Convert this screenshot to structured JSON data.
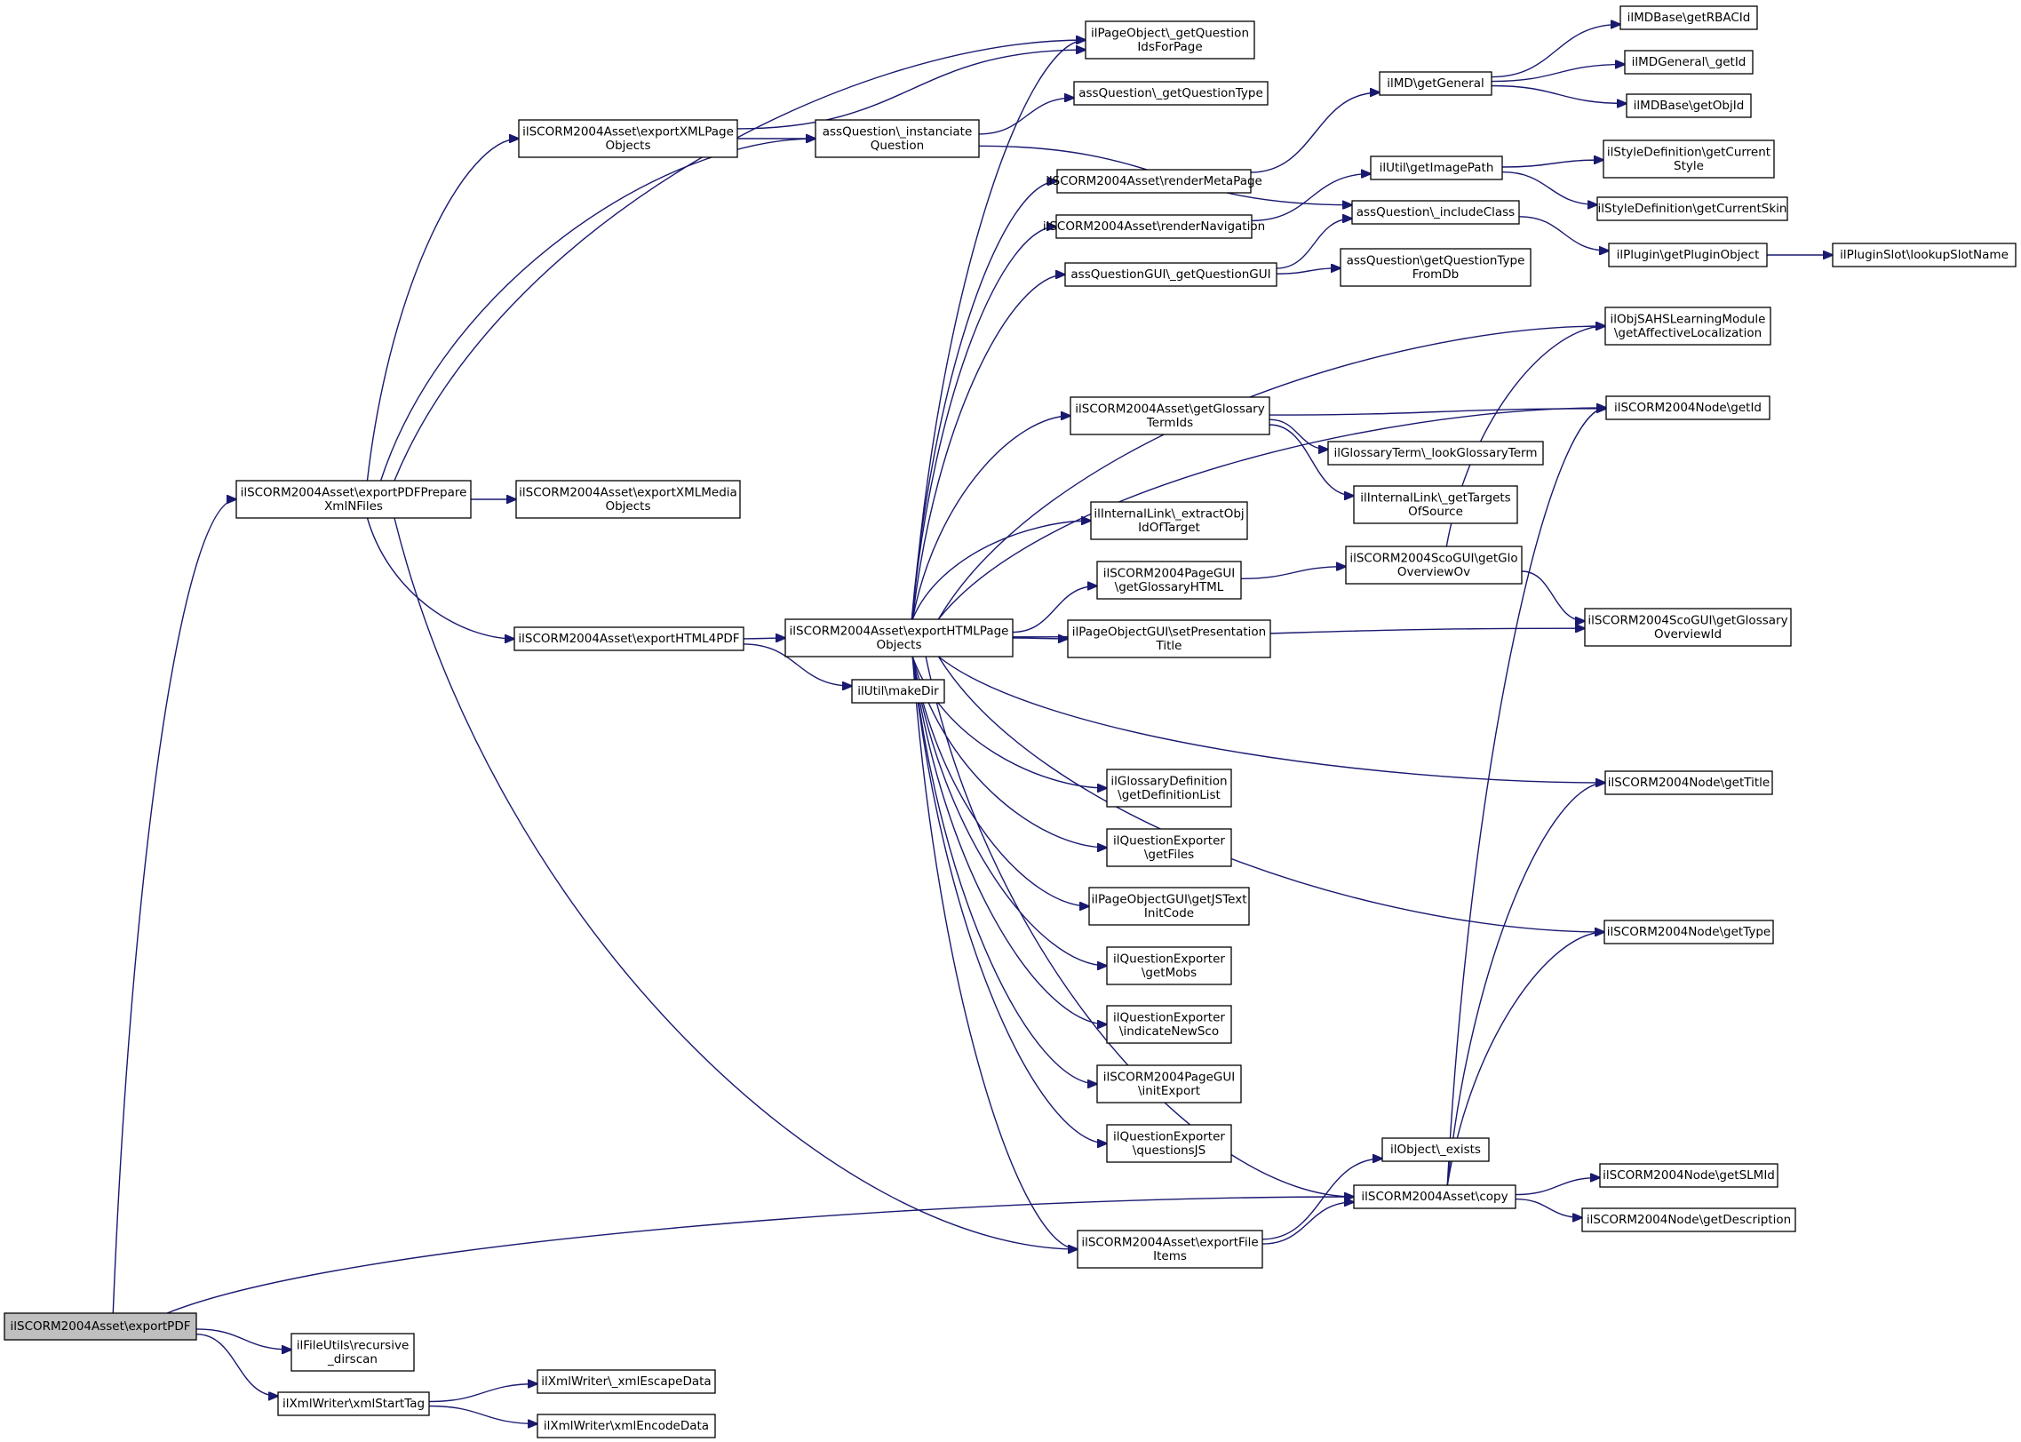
{
  "diagram": {
    "type": "call-graph",
    "root": "exportPDF",
    "colors": {
      "edge": "#191970",
      "node_border": "#000000",
      "node_fill": "#ffffff",
      "root_fill": "#bfbfbf"
    },
    "nodes": [
      {
        "id": "exportPDF",
        "lines": [
          "ilSCORM2004Asset\\exportPDF"
        ],
        "root": true
      },
      {
        "id": "prepareXml",
        "lines": [
          "ilSCORM2004Asset\\exportPDFPrepare",
          "XmlNFiles"
        ]
      },
      {
        "id": "recursiveDirscan",
        "lines": [
          "ilFileUtils\\recursive",
          "_dirscan"
        ]
      },
      {
        "id": "xmlStartTag",
        "lines": [
          "ilXmlWriter\\xmlStartTag"
        ]
      },
      {
        "id": "xmlEscapeData",
        "lines": [
          "ilXmlWriter\\_xmlEscapeData"
        ]
      },
      {
        "id": "xmlEncodeData",
        "lines": [
          "ilXmlWriter\\xmlEncodeData"
        ]
      },
      {
        "id": "exportXMLPageObjects",
        "lines": [
          "ilSCORM2004Asset\\exportXMLPage",
          "Objects"
        ]
      },
      {
        "id": "exportXMLMediaObjects",
        "lines": [
          "ilSCORM2004Asset\\exportXMLMedia",
          "Objects"
        ]
      },
      {
        "id": "exportHTML4PDF",
        "lines": [
          "ilSCORM2004Asset\\exportHTML4PDF"
        ]
      },
      {
        "id": "getQuestionIdsForPage",
        "lines": [
          "ilPageObject\\_getQuestion",
          "IdsForPage"
        ]
      },
      {
        "id": "instanciateQuestion",
        "lines": [
          "assQuestion\\_instanciate",
          "Question"
        ]
      },
      {
        "id": "getQuestionType",
        "lines": [
          "assQuestion\\_getQuestionType"
        ]
      },
      {
        "id": "exportHTMLPageObjects",
        "lines": [
          "ilSCORM2004Asset\\exportHTMLPage",
          "Objects"
        ]
      },
      {
        "id": "makeDir",
        "lines": [
          "ilUtil\\makeDir"
        ]
      },
      {
        "id": "renderMetaPage",
        "lines": [
          "ilSCORM2004Asset\\renderMetaPage"
        ]
      },
      {
        "id": "renderNavigation",
        "lines": [
          "ilSCORM2004Asset\\renderNavigation"
        ]
      },
      {
        "id": "getQuestionGUI",
        "lines": [
          "assQuestionGUI\\_getQuestionGUI"
        ]
      },
      {
        "id": "getGlossaryTermIds",
        "lines": [
          "ilSCORM2004Asset\\getGlossary",
          "TermIds"
        ]
      },
      {
        "id": "extractObjIdOfTarget",
        "lines": [
          "ilInternalLink\\_extractObj",
          "IdOfTarget"
        ]
      },
      {
        "id": "getGlossaryHTML",
        "lines": [
          "ilSCORM2004PageGUI",
          "\\getGlossaryHTML"
        ]
      },
      {
        "id": "setPresentationTitle",
        "lines": [
          "ilPageObjectGUI\\setPresentation",
          "Title"
        ]
      },
      {
        "id": "getDefinitionList",
        "lines": [
          "ilGlossaryDefinition",
          "\\getDefinitionList"
        ]
      },
      {
        "id": "getFiles",
        "lines": [
          "ilQuestionExporter",
          "\\getFiles"
        ]
      },
      {
        "id": "getJSTextInitCode",
        "lines": [
          "ilPageObjectGUI\\getJSText",
          "InitCode"
        ]
      },
      {
        "id": "getMobs",
        "lines": [
          "ilQuestionExporter",
          "\\getMobs"
        ]
      },
      {
        "id": "indicateNewSco",
        "lines": [
          "ilQuestionExporter",
          "\\indicateNewSco"
        ]
      },
      {
        "id": "initExport",
        "lines": [
          "ilSCORM2004PageGUI",
          "\\initExport"
        ]
      },
      {
        "id": "questionsJS",
        "lines": [
          "ilQuestionExporter",
          "\\questionsJS"
        ]
      },
      {
        "id": "exportFileItems",
        "lines": [
          "ilSCORM2004Asset\\exportFile",
          "Items"
        ]
      },
      {
        "id": "getGeneral",
        "lines": [
          "ilMD\\getGeneral"
        ]
      },
      {
        "id": "getImagePath",
        "lines": [
          "ilUtil\\getImagePath"
        ]
      },
      {
        "id": "includeClass",
        "lines": [
          "assQuestion\\_includeClass"
        ]
      },
      {
        "id": "getQuestionTypeFromDb",
        "lines": [
          "assQuestion\\getQuestionType",
          "FromDb"
        ]
      },
      {
        "id": "lookGlossaryTerm",
        "lines": [
          "ilGlossaryTerm\\_lookGlossaryTerm"
        ]
      },
      {
        "id": "getTargetsOfSource",
        "lines": [
          "ilInternalLink\\_getTargets",
          "OfSource"
        ]
      },
      {
        "id": "getGloOverviewOv",
        "lines": [
          "ilSCORM2004ScoGUI\\getGlo",
          "OverviewOv"
        ]
      },
      {
        "id": "objectExists",
        "lines": [
          "ilObject\\_exists"
        ]
      },
      {
        "id": "copy",
        "lines": [
          "ilSCORM2004Asset\\copy"
        ]
      },
      {
        "id": "getRBACId",
        "lines": [
          "ilMDBase\\getRBACId"
        ]
      },
      {
        "id": "generalGetId",
        "lines": [
          "ilMDGeneral\\_getId"
        ]
      },
      {
        "id": "getObjId",
        "lines": [
          "ilMDBase\\getObjId"
        ]
      },
      {
        "id": "getCurrentStyle",
        "lines": [
          "ilStyleDefinition\\getCurrent",
          "Style"
        ]
      },
      {
        "id": "getCurrentSkin",
        "lines": [
          "ilStyleDefinition\\getCurrentSkin"
        ]
      },
      {
        "id": "getPluginObject",
        "lines": [
          "ilPlugin\\getPluginObject"
        ]
      },
      {
        "id": "lookupSlotName",
        "lines": [
          "ilPluginSlot\\lookupSlotName"
        ]
      },
      {
        "id": "getAffectiveLocalization",
        "lines": [
          "ilObjSAHSLearningModule",
          "\\getAffectiveLocalization"
        ]
      },
      {
        "id": "nodeGetId",
        "lines": [
          "ilSCORM2004Node\\getId"
        ]
      },
      {
        "id": "getGlossaryOverviewId",
        "lines": [
          "ilSCORM2004ScoGUI\\getGlossary",
          "OverviewId"
        ]
      },
      {
        "id": "nodeGetTitle",
        "lines": [
          "ilSCORM2004Node\\getTitle"
        ]
      },
      {
        "id": "nodeGetType",
        "lines": [
          "ilSCORM2004Node\\getType"
        ]
      },
      {
        "id": "nodeGetSLMId",
        "lines": [
          "ilSCORM2004Node\\getSLMId"
        ]
      },
      {
        "id": "nodeGetDescription",
        "lines": [
          "ilSCORM2004Node\\getDescription"
        ]
      }
    ],
    "edges": [
      [
        "exportPDF",
        "prepareXml"
      ],
      [
        "exportPDF",
        "copy"
      ],
      [
        "exportPDF",
        "recursiveDirscan"
      ],
      [
        "exportPDF",
        "xmlStartTag"
      ],
      [
        "xmlStartTag",
        "xmlEscapeData"
      ],
      [
        "xmlStartTag",
        "xmlEncodeData"
      ],
      [
        "prepareXml",
        "getQuestionIdsForPage"
      ],
      [
        "prepareXml",
        "exportXMLPageObjects"
      ],
      [
        "prepareXml",
        "instanciateQuestion"
      ],
      [
        "prepareXml",
        "exportXMLMediaObjects"
      ],
      [
        "prepareXml",
        "exportHTML4PDF"
      ],
      [
        "prepareXml",
        "exportFileItems"
      ],
      [
        "exportXMLPageObjects",
        "getQuestionIdsForPage"
      ],
      [
        "exportXMLPageObjects",
        "instanciateQuestion"
      ],
      [
        "instanciateQuestion",
        "getQuestionType"
      ],
      [
        "instanciateQuestion",
        "includeClass"
      ],
      [
        "exportHTML4PDF",
        "exportHTMLPageObjects"
      ],
      [
        "exportHTML4PDF",
        "makeDir"
      ],
      [
        "exportHTMLPageObjects",
        "getQuestionIdsForPage"
      ],
      [
        "exportHTMLPageObjects",
        "renderMetaPage"
      ],
      [
        "exportHTMLPageObjects",
        "renderNavigation"
      ],
      [
        "exportHTMLPageObjects",
        "getQuestionGUI"
      ],
      [
        "exportHTMLPageObjects",
        "getAffectiveLocalization"
      ],
      [
        "exportHTMLPageObjects",
        "nodeGetId"
      ],
      [
        "exportHTMLPageObjects",
        "getGlossaryTermIds"
      ],
      [
        "exportHTMLPageObjects",
        "nodeGetTitle"
      ],
      [
        "exportHTMLPageObjects",
        "extractObjIdOfTarget"
      ],
      [
        "exportHTMLPageObjects",
        "getGlossaryHTML"
      ],
      [
        "exportHTMLPageObjects",
        "setPresentationTitle"
      ],
      [
        "exportHTMLPageObjects",
        "getGlossaryOverviewId"
      ],
      [
        "exportHTMLPageObjects",
        "nodeGetType"
      ],
      [
        "exportHTMLPageObjects",
        "getDefinitionList"
      ],
      [
        "exportHTMLPageObjects",
        "getFiles"
      ],
      [
        "exportHTMLPageObjects",
        "getJSTextInitCode"
      ],
      [
        "exportHTMLPageObjects",
        "getMobs"
      ],
      [
        "exportHTMLPageObjects",
        "indicateNewSco"
      ],
      [
        "exportHTMLPageObjects",
        "initExport"
      ],
      [
        "exportHTMLPageObjects",
        "questionsJS"
      ],
      [
        "exportHTMLPageObjects",
        "copy"
      ],
      [
        "exportHTMLPageObjects",
        "exportFileItems"
      ],
      [
        "renderMetaPage",
        "getGeneral"
      ],
      [
        "renderNavigation",
        "getImagePath"
      ],
      [
        "getQuestionGUI",
        "includeClass"
      ],
      [
        "getQuestionGUI",
        "getQuestionTypeFromDb"
      ],
      [
        "getGeneral",
        "getRBACId"
      ],
      [
        "getGeneral",
        "generalGetId"
      ],
      [
        "getGeneral",
        "getObjId"
      ],
      [
        "getImagePath",
        "getCurrentStyle"
      ],
      [
        "getImagePath",
        "getCurrentSkin"
      ],
      [
        "includeClass",
        "getPluginObject"
      ],
      [
        "getPluginObject",
        "lookupSlotName"
      ],
      [
        "getGlossaryTermIds",
        "nodeGetId"
      ],
      [
        "getGlossaryTermIds",
        "lookGlossaryTerm"
      ],
      [
        "getGlossaryTermIds",
        "getTargetsOfSource"
      ],
      [
        "getGlossaryHTML",
        "getGloOverviewOv"
      ],
      [
        "getGloOverviewOv",
        "getAffectiveLocalization"
      ],
      [
        "getGloOverviewOv",
        "getGlossaryOverviewId"
      ],
      [
        "exportFileItems",
        "objectExists"
      ],
      [
        "exportFileItems",
        "copy"
      ],
      [
        "copy",
        "nodeGetId"
      ],
      [
        "copy",
        "nodeGetTitle"
      ],
      [
        "copy",
        "nodeGetType"
      ],
      [
        "copy",
        "nodeGetSLMId"
      ],
      [
        "copy",
        "nodeGetDescription"
      ]
    ]
  }
}
